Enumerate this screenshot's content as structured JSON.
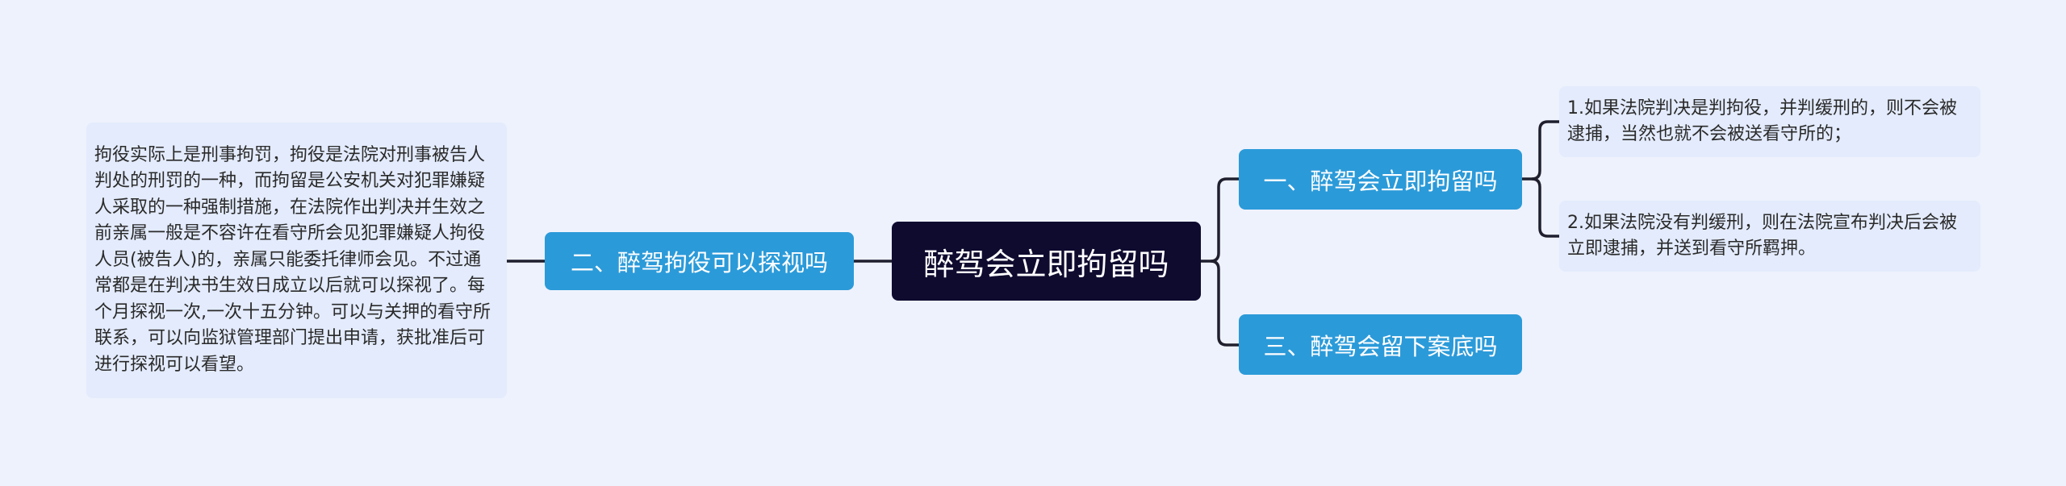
{
  "title": "醉驾会立即拘留吗",
  "colors": {
    "background": "#eef2fd",
    "root": "#0f0b2f",
    "branch": "#2b9ad9",
    "leaf": "#e3ebfc",
    "line": "#1f1f2e"
  },
  "branches": {
    "left": {
      "label": "二、醉驾拘役可以探视吗",
      "detail": "拘役实际上是刑事拘罚，拘役是法院对刑事被告人判处的刑罚的一种，而拘留是公安机关对犯罪嫌疑人采取的一种强制措施，在法院作出判决并生效之前亲属一般是不容许在看守所会见犯罪嫌疑人拘役人员(被告人)的，亲属只能委托律师会见。不过通常都是在判决书生效日成立以后就可以探视了。每个月探视一次,一次十五分钟。可以与关押的看守所联系，可以向监狱管理部门提出申请，获批准后可进行探视可以看望。"
    },
    "top": {
      "label": "一、醉驾会立即拘留吗",
      "children": [
        "1.如果法院判决是判拘役，并判缓刑的，则不会被逮捕，当然也就不会被送看守所的；",
        "2.如果法院没有判缓刑，则在法院宣布判决后会被立即逮捕，并送到看守所羁押。"
      ]
    },
    "bottom": {
      "label": "三、醉驾会留下案底吗"
    }
  }
}
